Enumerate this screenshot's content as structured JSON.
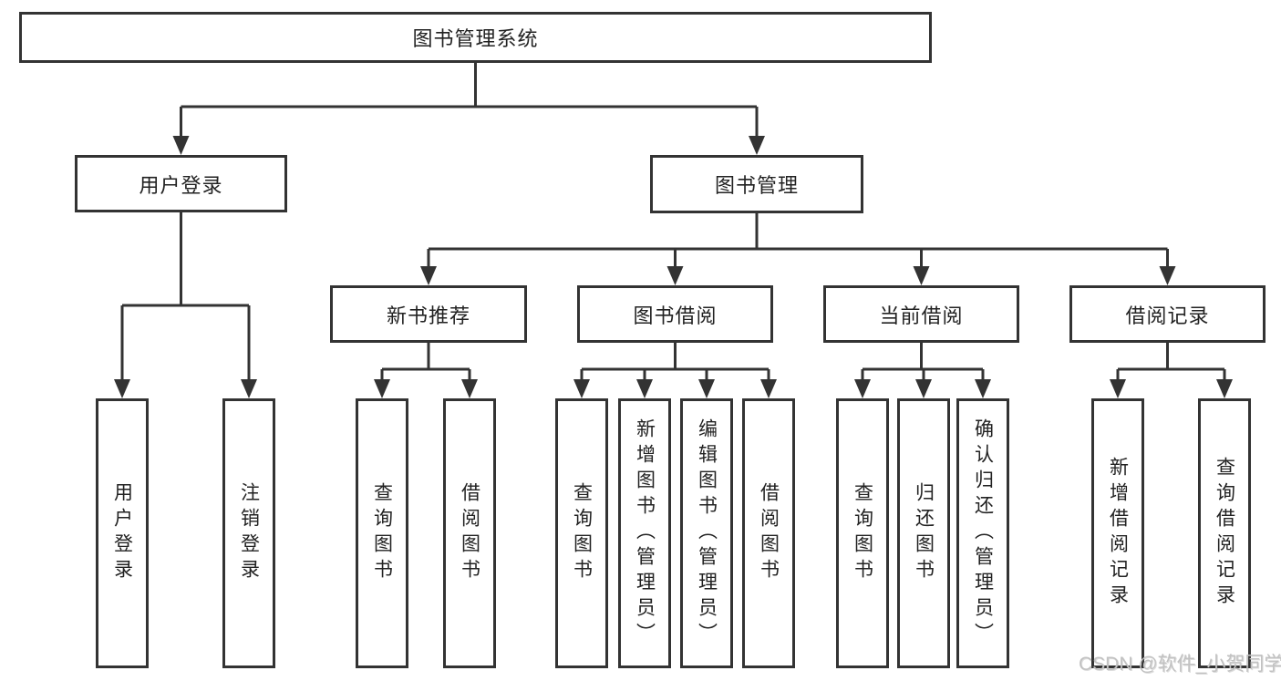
{
  "root": {
    "label": "图书管理系统"
  },
  "branches": [
    {
      "label": "用户登录",
      "leaves": [
        {
          "label": "用户登录"
        },
        {
          "label": "注销登录"
        }
      ]
    },
    {
      "label": "图书管理",
      "groups": [
        {
          "label": "新书推荐",
          "leaves": [
            {
              "label": "查询图书"
            },
            {
              "label": "借阅图书"
            }
          ]
        },
        {
          "label": "图书借阅",
          "leaves": [
            {
              "label": "查询图书"
            },
            {
              "label": "新增图书（管理员）"
            },
            {
              "label": "编辑图书（管理员）"
            },
            {
              "label": "借阅图书"
            }
          ]
        },
        {
          "label": "当前借阅",
          "leaves": [
            {
              "label": "查询图书"
            },
            {
              "label": "归还图书"
            },
            {
              "label": "确认归还（管理员）"
            }
          ]
        },
        {
          "label": "借阅记录",
          "leaves": [
            {
              "label": "新增借阅记录"
            },
            {
              "label": "查询借阅记录"
            }
          ]
        }
      ]
    }
  ],
  "watermark": {
    "text": "CSDN @软件_小贺同学"
  },
  "colors": {
    "line": "#333333",
    "text": "#222222",
    "watermark": "#c2c2c2",
    "background": "#ffffff"
  }
}
